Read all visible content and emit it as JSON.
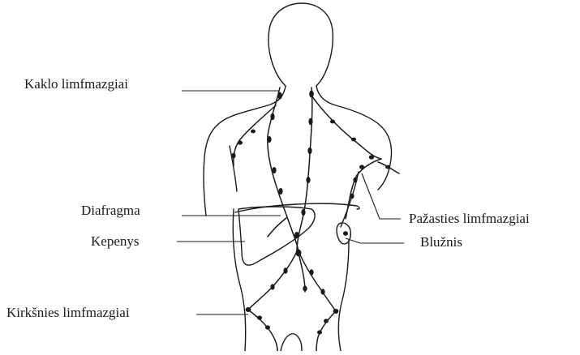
{
  "labels": {
    "neck_nodes": "Kaklo limfmazgiai",
    "diaphragm": "Diafragma",
    "liver": "Kepenys",
    "groin_nodes": "Kirkšnies limfmazgiai",
    "armpit_nodes": "Pažasties limfmazgiai",
    "spleen": "Blužnis"
  }
}
